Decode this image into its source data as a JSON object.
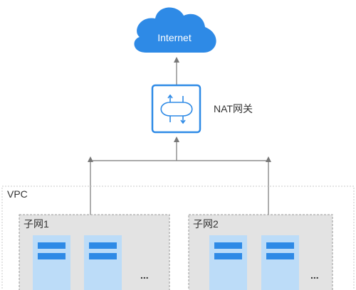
{
  "internet": {
    "label": "Internet",
    "icon": "cloud-icon"
  },
  "nat_gateway": {
    "label": "NAT网关",
    "icon": "nat-gateway-icon"
  },
  "vpc": {
    "label": "VPC"
  },
  "subnets": [
    {
      "label": "子网1",
      "more": "..."
    },
    {
      "label": "子网2",
      "more": "..."
    }
  ],
  "colors": {
    "accent": "#2e8ae6",
    "server_fill": "#bcdcf8",
    "server_bar": "#2e8ae6",
    "subnet_fill": "#e3e3e3",
    "subnet_border": "#9a9a9a",
    "vpc_border": "#c8c8c8",
    "line": "#777777"
  }
}
